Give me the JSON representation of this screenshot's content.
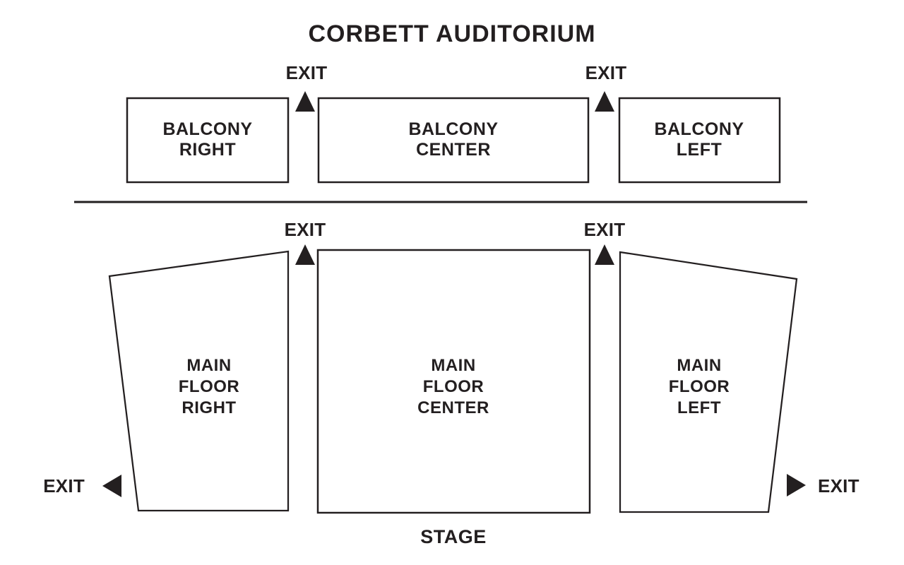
{
  "title": "CORBETT AUDITORIUM",
  "colors": {
    "ink": "#231f20",
    "background": "#ffffff"
  },
  "stage": {
    "label": "STAGE"
  },
  "sections": {
    "balcony_right": {
      "label": "BALCONY\nRIGHT"
    },
    "balcony_center": {
      "label": "BALCONY\nCENTER"
    },
    "balcony_left": {
      "label": "BALCONY\nLEFT"
    },
    "main_floor_right": {
      "label": "MAIN\nFLOOR\nRIGHT"
    },
    "main_floor_center": {
      "label": "MAIN\nFLOOR\nCENTER"
    },
    "main_floor_left": {
      "label": "MAIN\nFLOOR\nLEFT"
    }
  },
  "exits": {
    "balcony_upper_left": {
      "label": "EXIT"
    },
    "balcony_upper_right": {
      "label": "EXIT"
    },
    "main_floor_upper_left": {
      "label": "EXIT"
    },
    "main_floor_upper_right": {
      "label": "EXIT"
    },
    "main_floor_side_left": {
      "label": "EXIT"
    },
    "main_floor_side_right": {
      "label": "EXIT"
    }
  },
  "icons": {
    "up_arrow": "up-arrow-icon",
    "left_arrow": "left-arrow-icon",
    "right_arrow": "right-arrow-icon"
  }
}
